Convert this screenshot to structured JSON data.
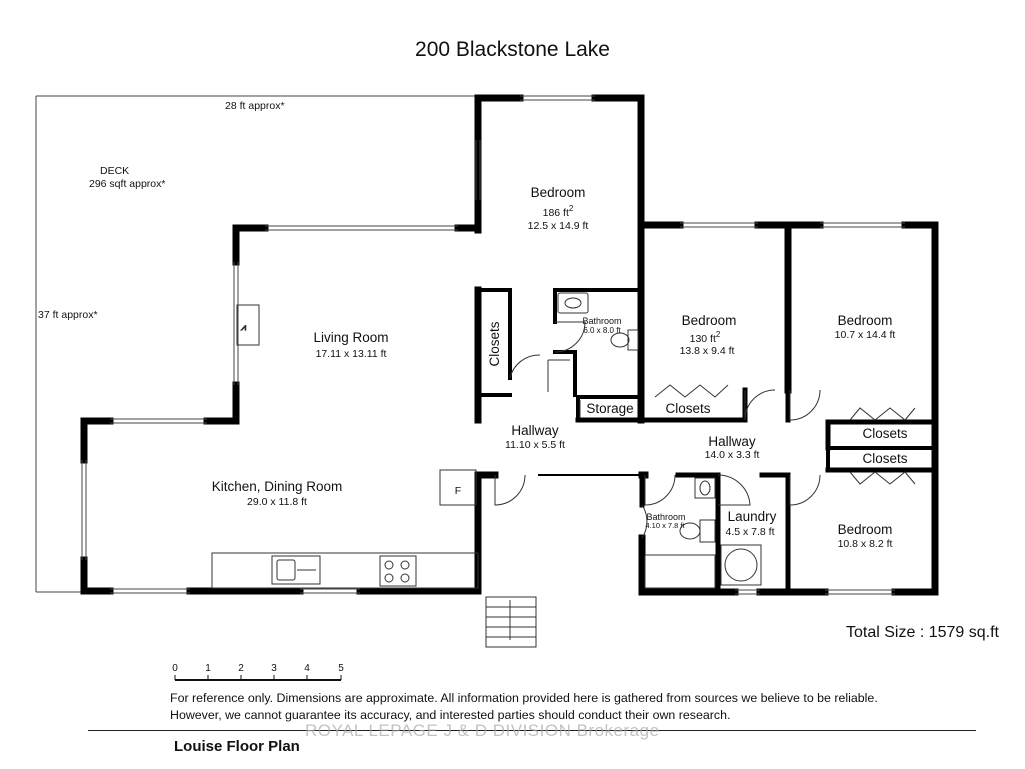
{
  "title": "200 Blackstone Lake",
  "deck": {
    "label": "DECK",
    "area": "296 sqft approx*",
    "width": "28 ft approx*",
    "depth": "37 ft approx*"
  },
  "rooms": {
    "bedroom_top": {
      "name": "Bedroom",
      "area": "186 ft",
      "dims": "12.5 x 14.9 ft"
    },
    "living": {
      "name": "Living Room",
      "dims": "17.11 x 13.11 ft"
    },
    "kitchen": {
      "name": "Kitchen, Dining Room",
      "dims": "29.0 x 11.8 ft"
    },
    "bath_top": {
      "name": "Bathroom",
      "dims": "6.0 x 8.0 ft"
    },
    "bedroom_mid": {
      "name": "Bedroom",
      "area": "130 ft",
      "dims": "13.8 x 9.4 ft"
    },
    "bedroom_right": {
      "name": "Bedroom",
      "dims": "10.7 x 14.4 ft"
    },
    "hallway_left": {
      "name": "Hallway",
      "dims": "11.10 x 5.5 ft"
    },
    "hallway_right": {
      "name": "Hallway",
      "dims": "14.0 x 3.3 ft"
    },
    "laundry": {
      "name": "Laundry",
      "dims": "4.5 x 7.8 ft"
    },
    "bath_bottom": {
      "name": "Bathroom",
      "dims": "4.10 x 7.8 ft"
    },
    "bedroom_bottom": {
      "name": "Bedroom",
      "dims": "10.8 x 8.2 ft"
    }
  },
  "labels": {
    "closets_vertical": "Closets",
    "storage": "Storage",
    "closets_mid": "Closets",
    "closets_right_1": "Closets",
    "closets_right_2": "Closets",
    "fridge": "F",
    "area_sup": "2"
  },
  "total_size": "Total Size : 1579 sq.ft",
  "scale": {
    "ticks": [
      "0",
      "1",
      "2",
      "3",
      "4",
      "5"
    ]
  },
  "disclaimer": {
    "line1": "For reference only. Dimensions are approximate. All information provided here is gathered from sources we believe to be reliable.",
    "line2": "However, we cannot guarantee its accuracy, and interested parties should conduct their own research."
  },
  "plan_name": "Louise Floor Plan",
  "watermark": "ROYAL LEPAGE J & D DIVISION Brokerage"
}
